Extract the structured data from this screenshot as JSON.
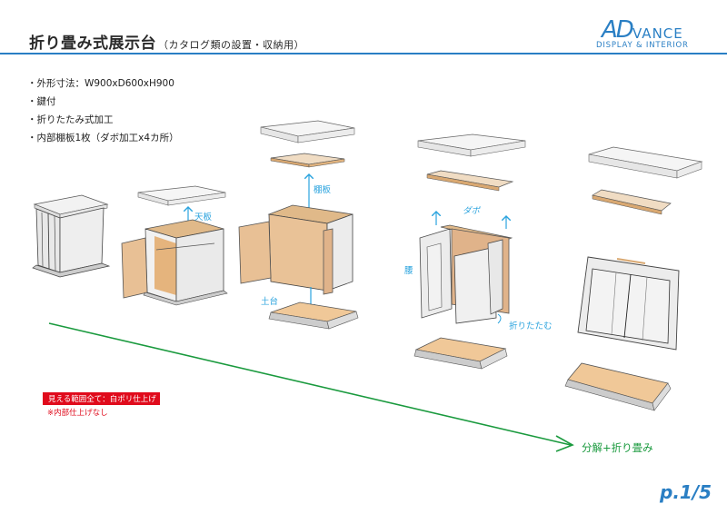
{
  "header": {
    "title": "折り畳み式展示台",
    "subtitle": "（カタログ類の設置・収納用）",
    "accent_color": "#2a7fc4"
  },
  "logo": {
    "brand_ad": "AD",
    "brand_vance": "VANCE",
    "tagline": "DISPLAY & INTERIOR"
  },
  "specs": [
    "・外形寸法：W900xD600xH900",
    "・鍵付",
    "・折りたたみ式加工",
    "・内部棚板1枚（ダボ加工x4カ所）"
  ],
  "labels": {
    "top_board": "天板",
    "shelf_board": "棚板",
    "base": "土台",
    "dowel": "ダボ",
    "waist": "腰",
    "fold": "折りたたむ"
  },
  "notes": {
    "finish_badge": "見える範囲全て：白ポリ仕上げ",
    "interior_note": "※内部仕上げなし",
    "badge_color": "#e00b1c"
  },
  "flow": {
    "label": "分解+折り畳み",
    "color": "#1a9a3e"
  },
  "page": {
    "number": "p.1/5"
  }
}
